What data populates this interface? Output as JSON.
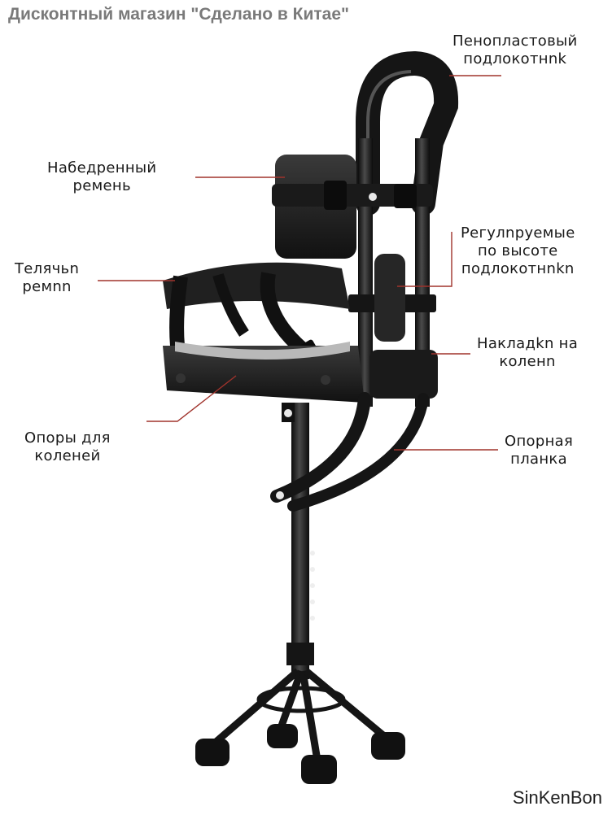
{
  "header": {
    "title": "Дисконтный магазин \"Сделано в Китае\""
  },
  "labels": {
    "foam_armrest": [
      "Пенопластовый",
      "подлокотнnk"
    ],
    "thigh_strap": [
      "Набедренный",
      "ремень"
    ],
    "adjustable_armrests": [
      "Регулnpуемые",
      "по высоте",
      "подлокотнnkn"
    ],
    "calf_strap": [
      "Телячьn",
      "ремnn"
    ],
    "knee_pads": [
      "Накладkn на",
      "коленn"
    ],
    "knee_supports": [
      "Опоры для",
      "коленей"
    ],
    "support_bar": [
      "Опорная",
      "планка"
    ]
  },
  "watermark": "SinKenBon",
  "colors": {
    "leader": "#a0332c",
    "frame": "#1b1b1b",
    "padding": "#2a2a2a"
  }
}
